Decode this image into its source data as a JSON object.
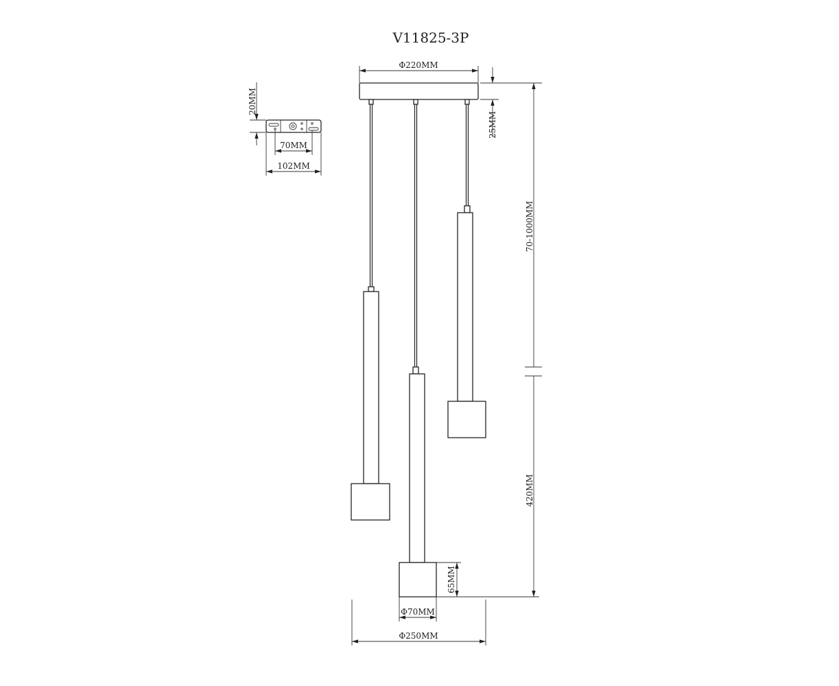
{
  "title": "V11825-3P",
  "bracket": {
    "height": "20MM",
    "hole_spacing": "70MM",
    "width": "102MM"
  },
  "canopy": {
    "diameter": "Φ220MM",
    "height": "25MM"
  },
  "cable": {
    "length": "70-1000MM"
  },
  "pendant": {
    "length": "420MM",
    "shade_height": "65MM",
    "shade_diameter": "Φ70MM"
  },
  "overall": {
    "diameter": "Φ250MM"
  },
  "colors": {
    "line": "#222222",
    "background": "#ffffff"
  }
}
